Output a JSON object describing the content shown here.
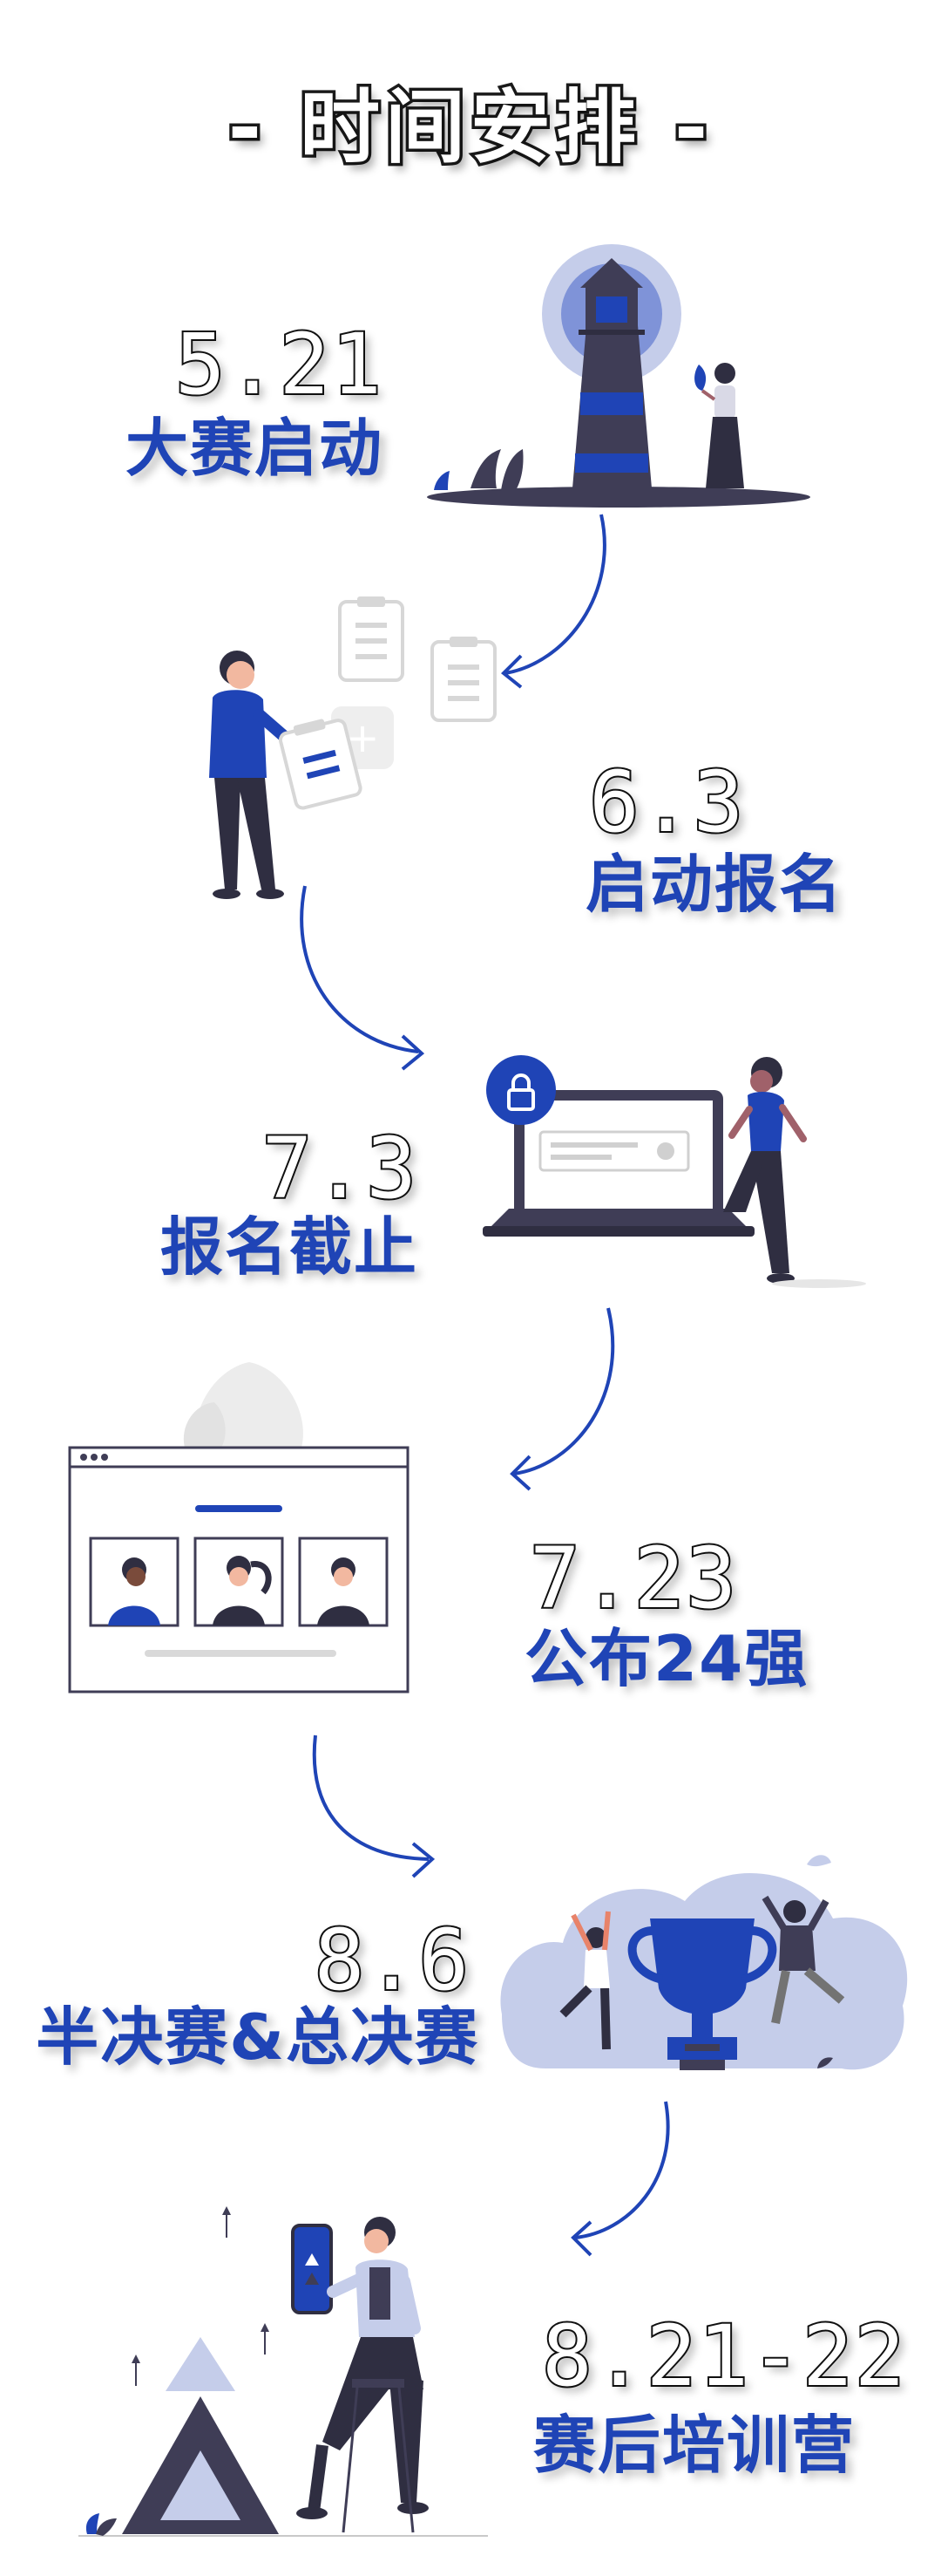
{
  "title": "- 时间安排 -",
  "colors": {
    "accent": "#1f44b6",
    "dark": "#3f3d56",
    "light_blue": "#c5cdea"
  },
  "milestones": [
    {
      "date": "5.21",
      "label": "大赛启动",
      "illustration": "lighthouse-illustration"
    },
    {
      "date": "6.3",
      "label": "启动报名",
      "illustration": "man-with-clipboard-illustration"
    },
    {
      "date": "7.3",
      "label": "报名截止",
      "illustration": "woman-with-locked-laptop-illustration"
    },
    {
      "date": "7.23",
      "label": "公布24强",
      "illustration": "browser-profiles-illustration"
    },
    {
      "date": "8.6",
      "label": "半决赛&总决赛",
      "illustration": "trophy-celebration-illustration"
    },
    {
      "date": "8.21-22",
      "label": "赛后培训营",
      "illustration": "man-with-phone-pyramid-illustration"
    }
  ]
}
